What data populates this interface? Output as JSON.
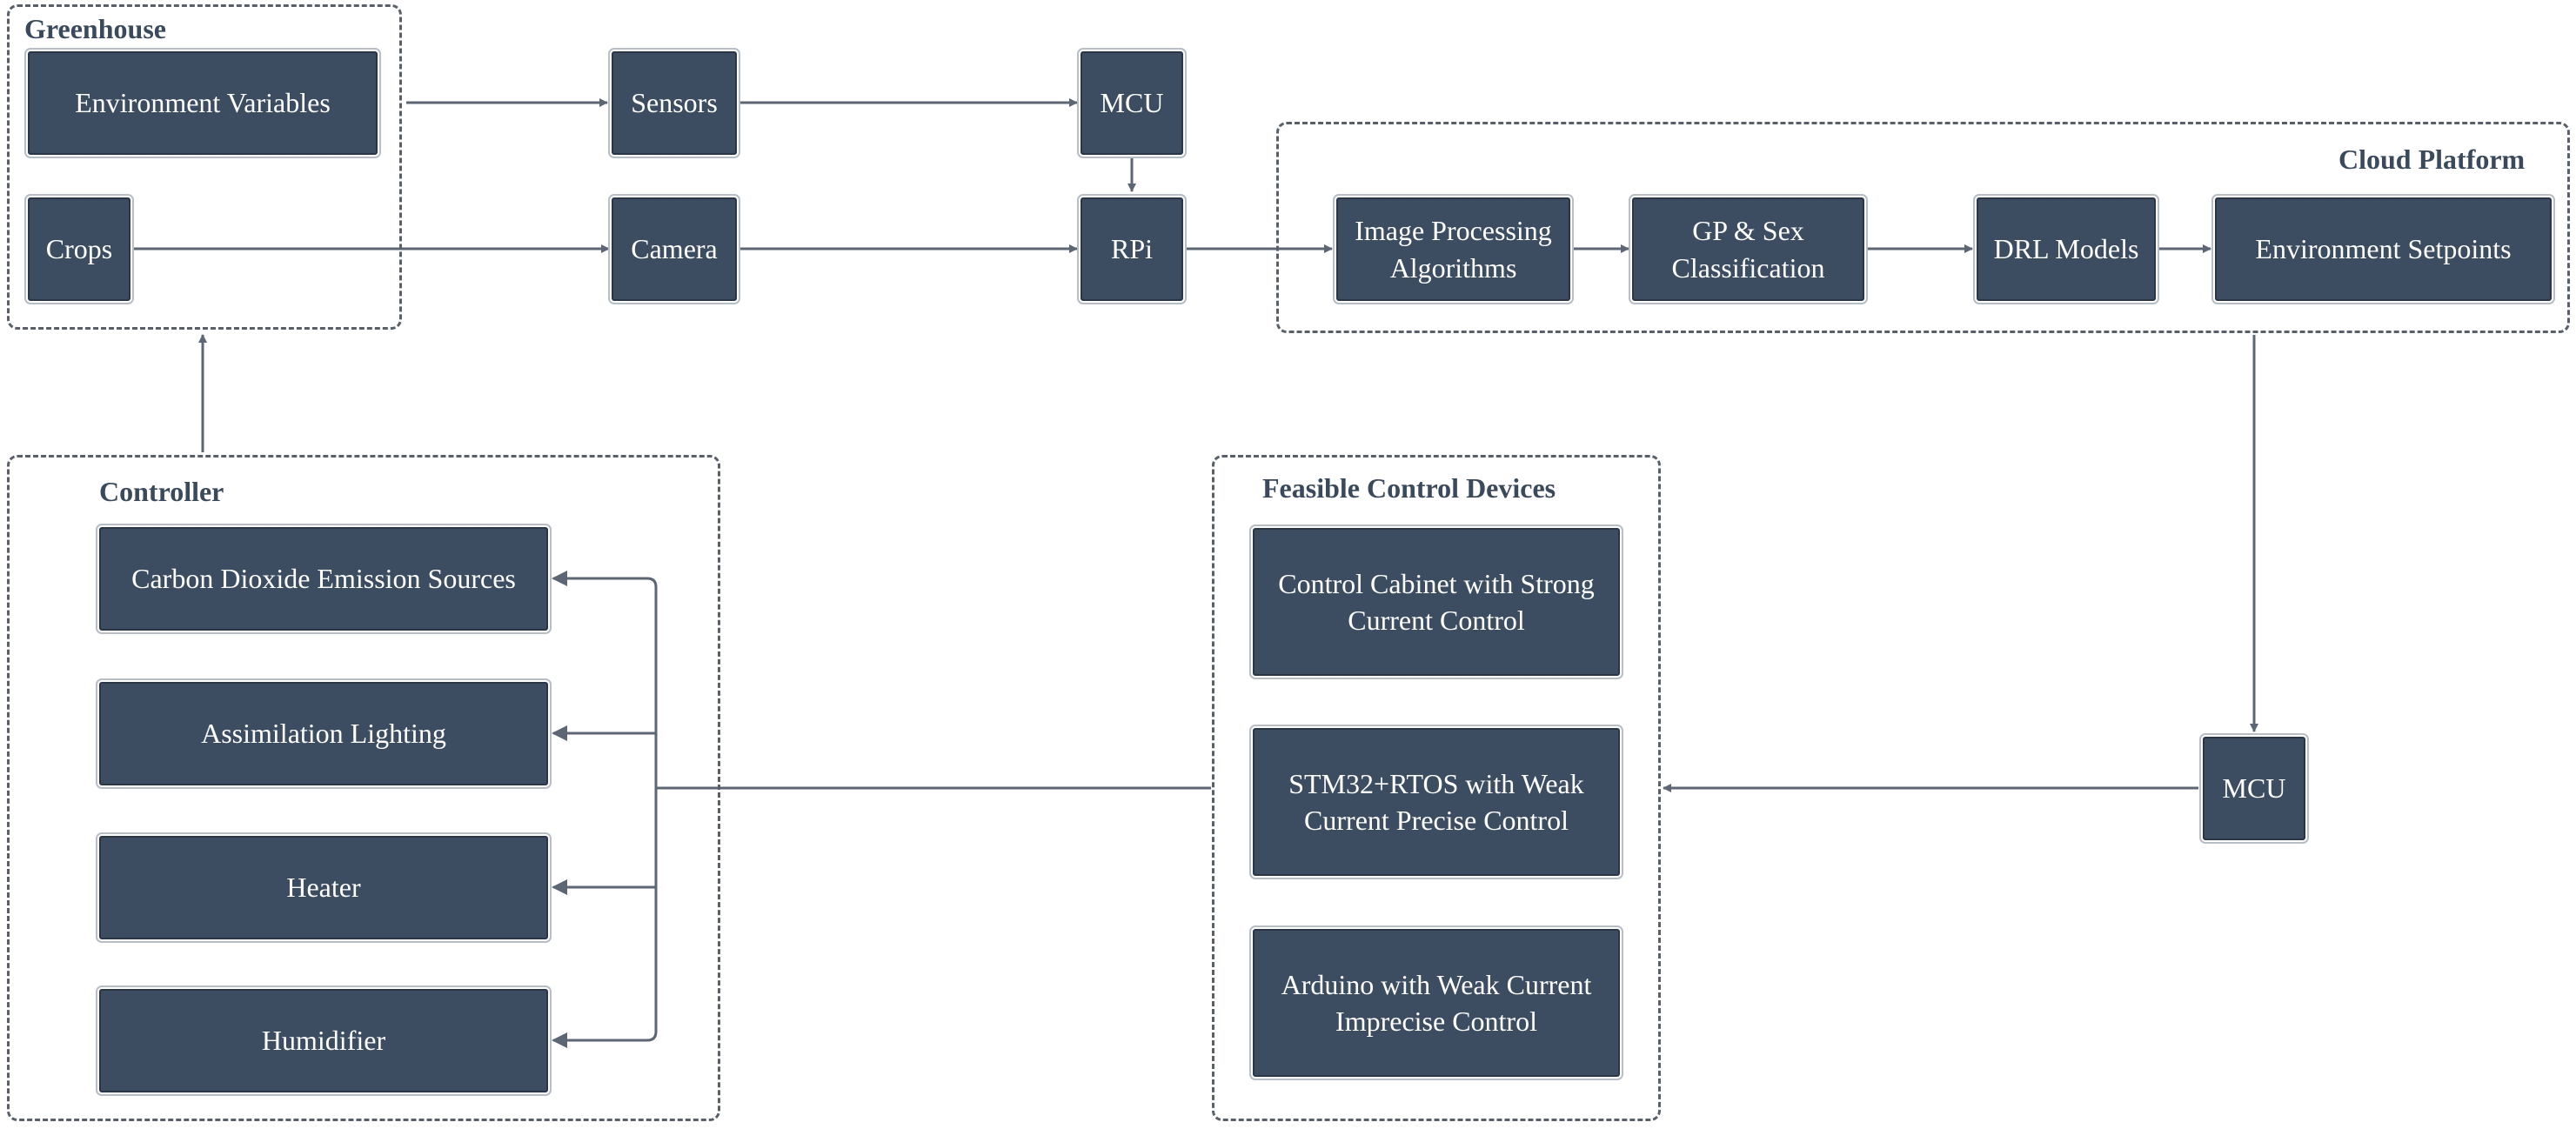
{
  "groups": {
    "greenhouse": "Greenhouse",
    "cloud": "Cloud Platform",
    "controller": "Controller",
    "devices": "Feasible Control Devices"
  },
  "nodes": {
    "env_vars": "Environment Variables",
    "crops": "Crops",
    "sensors": "Sensors",
    "camera": "Camera",
    "mcu_top": "MCU",
    "rpi": "RPi",
    "image_processing": "Image Processing Algorithms",
    "gp_sex": "GP & Sex Classification",
    "drl": "DRL Models",
    "setpoints": "Environment Setpoints",
    "mcu_bottom": "MCU",
    "co2": "Carbon Dioxide Emission Sources",
    "lighting": "Assimilation Lighting",
    "heater": "Heater",
    "humidifier": "Humidifier",
    "cabinet": "Control Cabinet with Strong Current Control",
    "stm32": "STM32+RTOS with Weak Current Precise Control",
    "arduino": "Arduino with Weak Current Imprecise Control"
  },
  "colors": {
    "node_fill": "#3c4d62",
    "edge": "#5c6675",
    "group_border": "#59606a",
    "group_label": "#3a4a5c"
  }
}
